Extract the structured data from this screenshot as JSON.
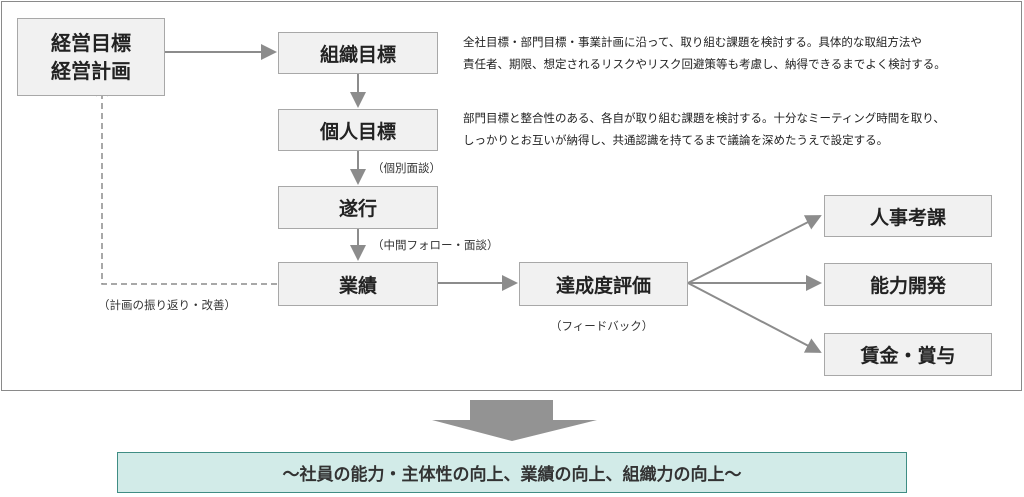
{
  "boxes": {
    "management_goal": "経営目標",
    "management_plan": "経営計画",
    "org_goal": "組織目標",
    "personal_goal": "個人目標",
    "execution": "遂行",
    "performance": "業績",
    "achievement_eval": "達成度評価",
    "personnel_eval": "人事考課",
    "skill_dev": "能力開発",
    "wage_bonus": "賃金・賞与"
  },
  "notes": {
    "org_goal": [
      "全社目標・部門目標・事業計画に沿って、取り組む課題を検討する。具体的な取組方法や",
      "責任者、期限、想定されるリスクやリスク回避策等も考慮し、納得できるまでよく検討する。"
    ],
    "personal_goal": [
      "部門目標と整合性のある、各自が取り組む課題を検討する。十分なミーティング時間を取り、",
      "しっかりとお互いが納得し、共通認識を持てるまで議論を深めたうえで設定する。"
    ]
  },
  "labels": {
    "individual_interview": "（個別面談）",
    "midterm_follow": "（中間フォロー・面談）",
    "plan_review": "（計画の振り返り・改善）",
    "feedback": "（フィードバック）"
  },
  "result": "～社員の能力・主体性の向上、業績の向上、組織力の向上～"
}
